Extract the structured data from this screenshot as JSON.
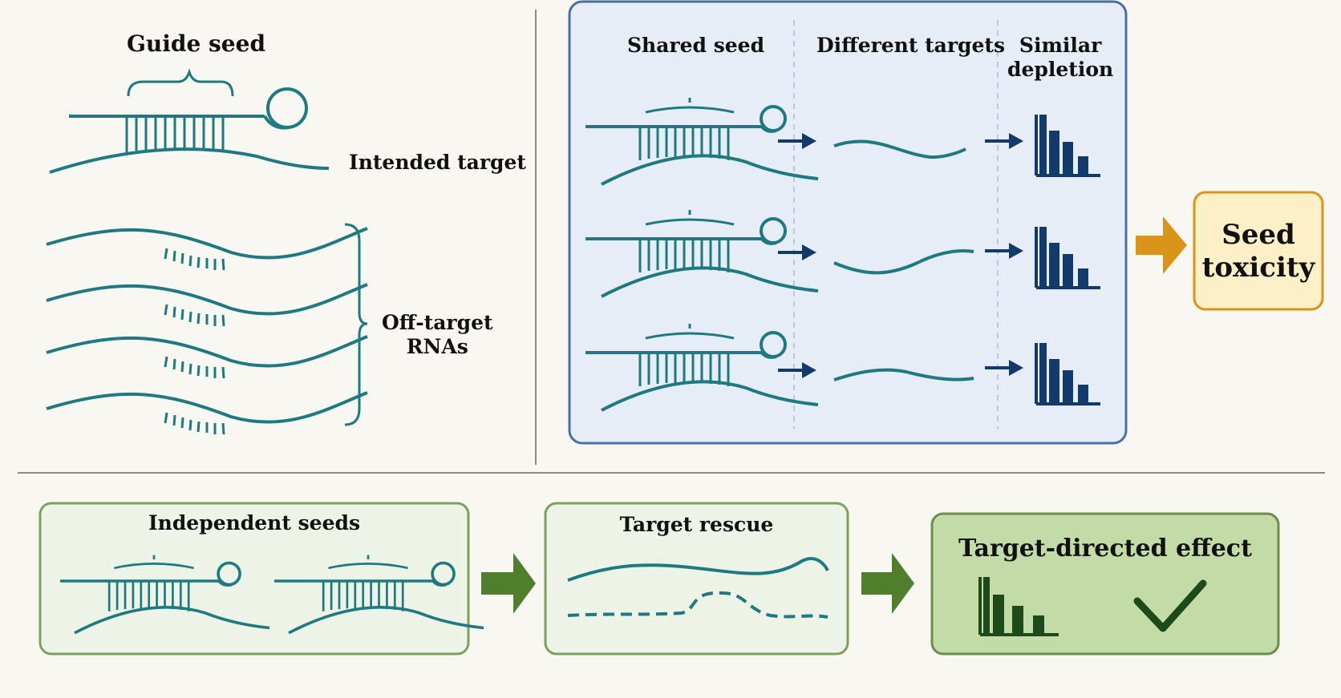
{
  "top_left": {
    "guide_seed_label": "Guide seed",
    "intended_target_label": "Intended target",
    "off_target_label_line1": "Off-target",
    "off_target_label_line2": "RNAs"
  },
  "shared_seed_panel": {
    "col1_header": "Shared seed",
    "col2_header": "Different targets",
    "col3_header_line1": "Similar",
    "col3_header_line2": "depletion"
  },
  "seed_toxicity": {
    "line1": "Seed",
    "line2": "toxicity"
  },
  "bottom": {
    "independent_seeds_title": "Independent seeds",
    "target_rescue_title": "Target rescue",
    "target_directed_title": "Target-directed effect"
  },
  "colors": {
    "teal": "#1e7a80",
    "navy": "#123a6b",
    "blue_panel_fill": "#e6edf7",
    "blue_panel_border": "#4a6fa5",
    "orange": "#d8951a",
    "yellow_fill": "#fdf0c8",
    "green_border": "#7ea05d",
    "green_light_fill": "#eef3e7",
    "green_dark_fill": "#c3dba6",
    "green_arrow": "#4f7e2c",
    "dark_green": "#1c4a1a"
  },
  "icons": [
    "right-arrow-icon",
    "bar-chart-icon",
    "checkmark-icon",
    "curly-brace-icon",
    "guide-rna-icon"
  ]
}
